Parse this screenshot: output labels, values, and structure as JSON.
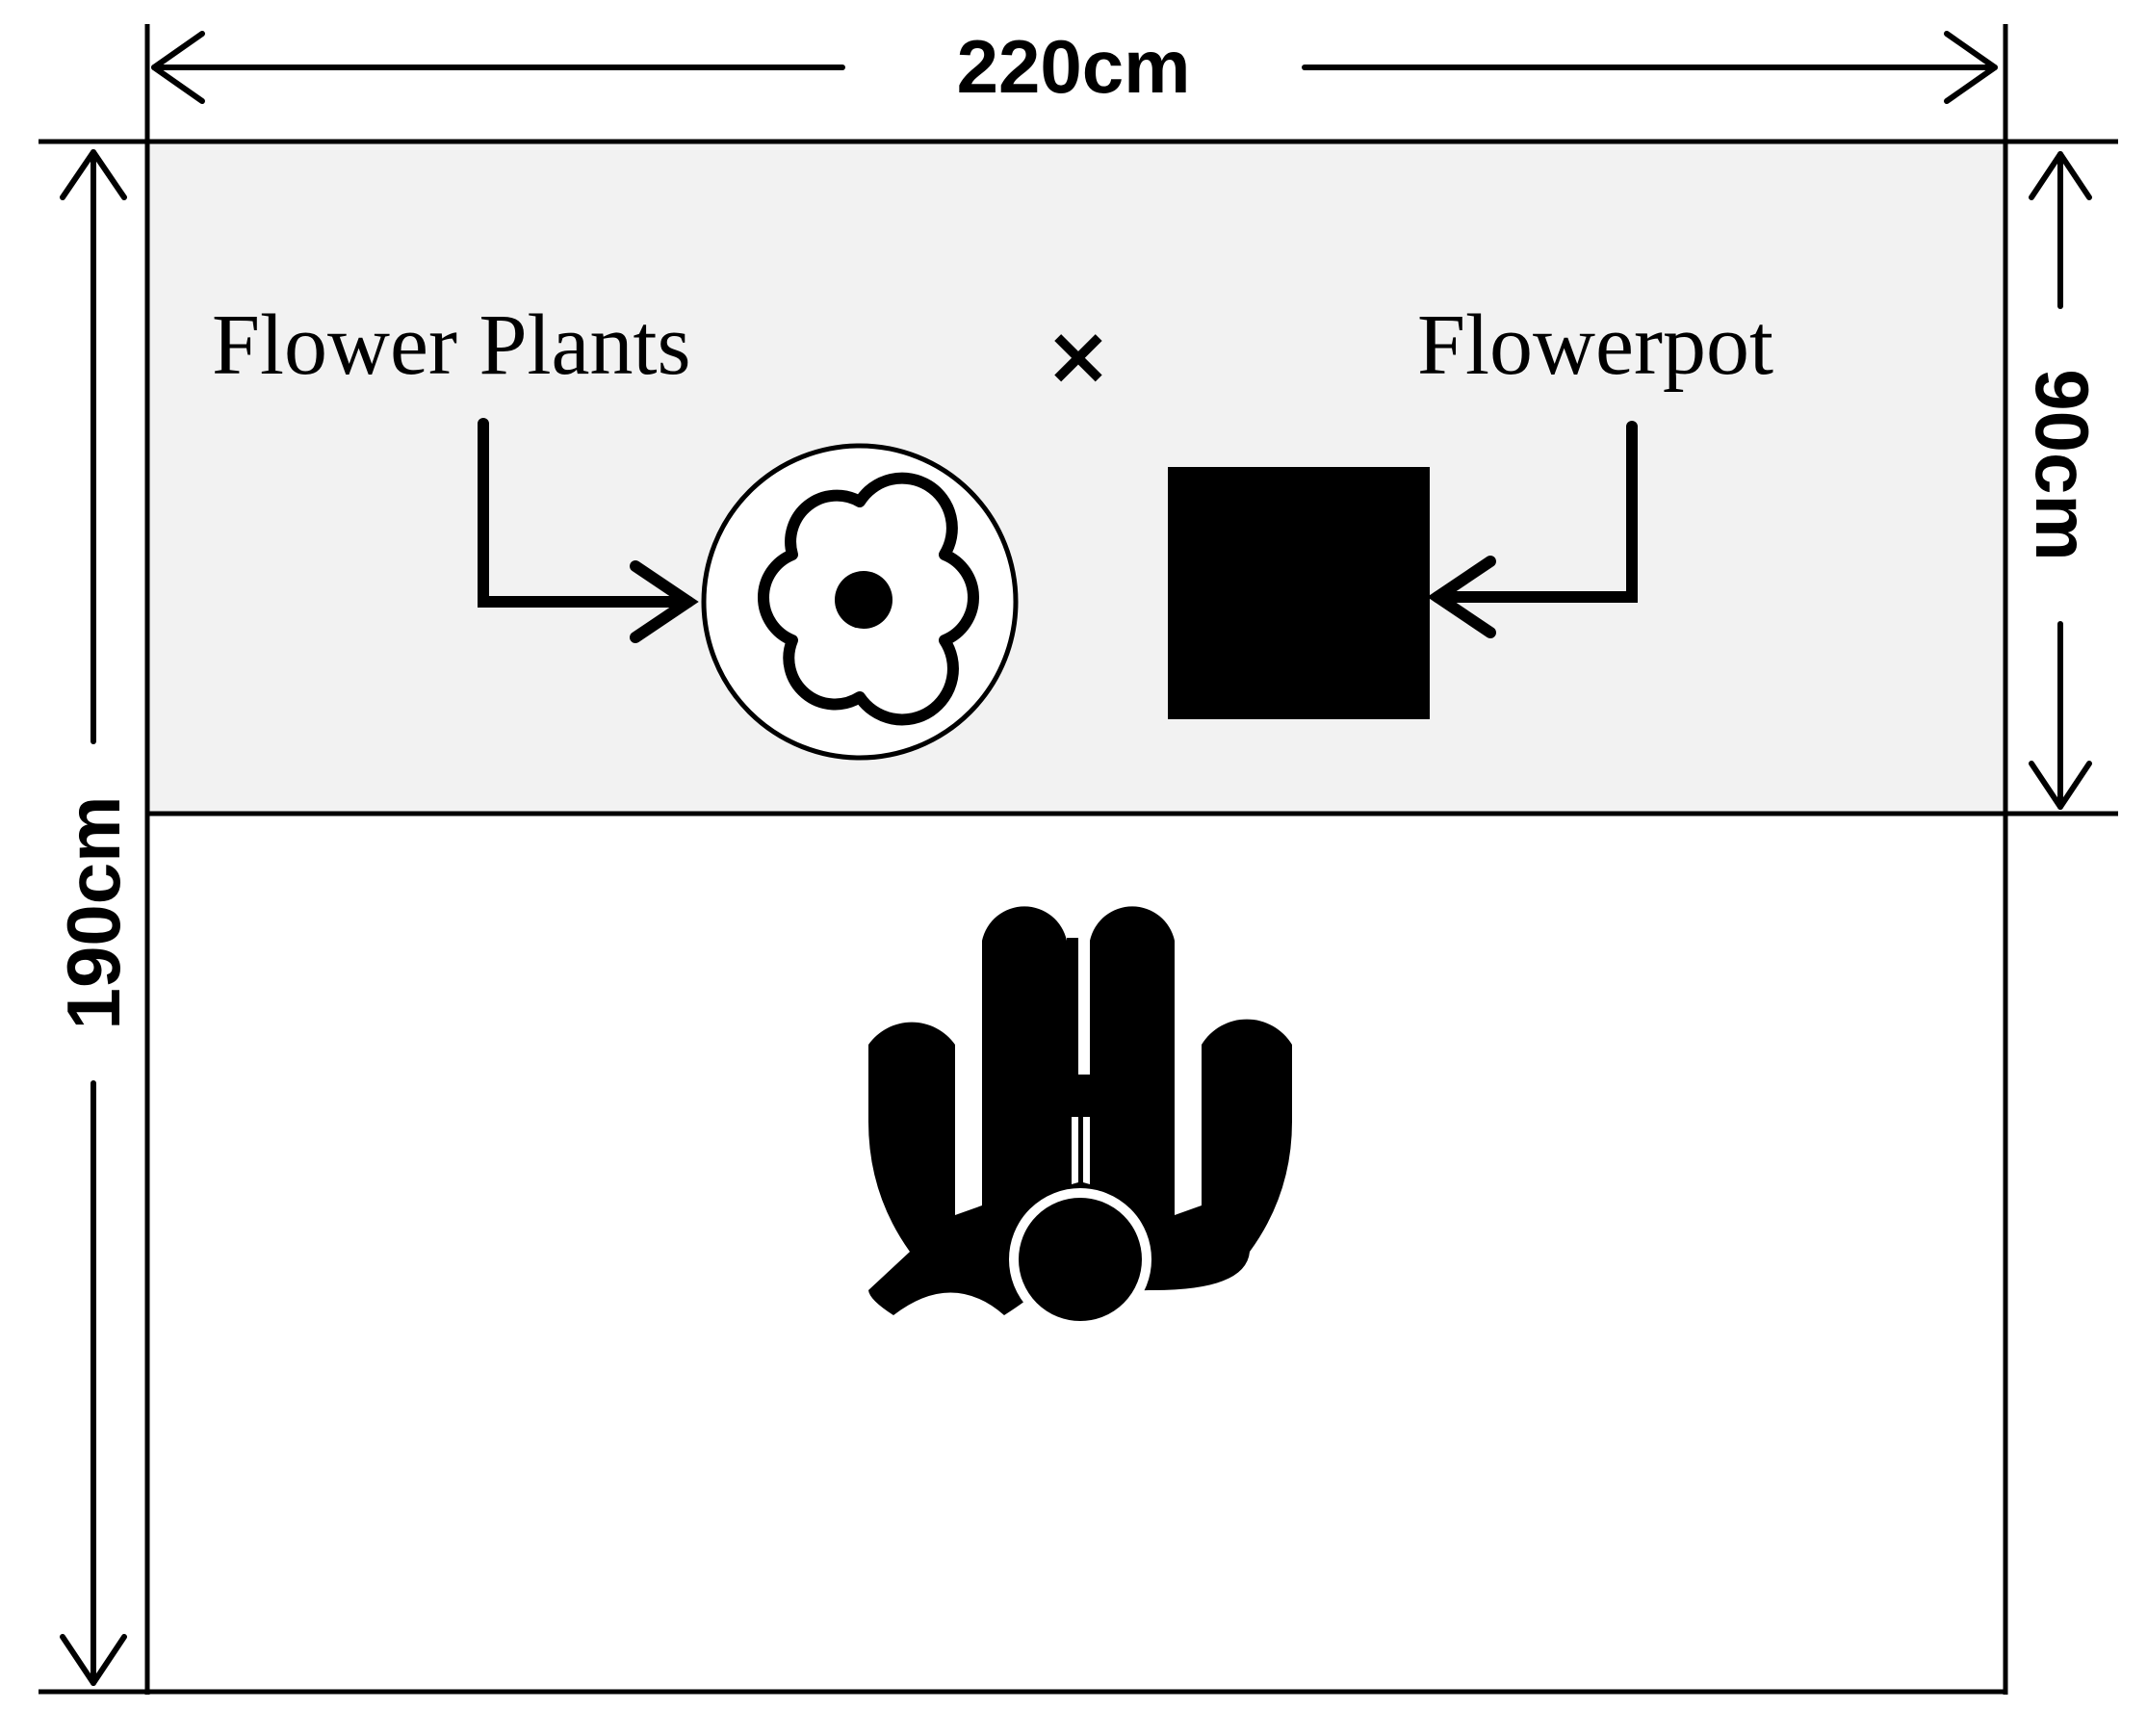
{
  "dimensions": {
    "width_label": "220cm",
    "height_label": "190cm",
    "upper_zone_label": "90cm"
  },
  "items": {
    "plants_label": "Flower Plants",
    "pot_label": "Flowerpot",
    "cross_symbol": "×"
  },
  "icons": {
    "flower": "flower-plant-icon",
    "pot": "flowerpot-square-icon",
    "person": "person-hands-icon"
  },
  "colors": {
    "upper_zone_fill": "#f2f2f2",
    "ink": "#000000",
    "background": "#ffffff"
  }
}
